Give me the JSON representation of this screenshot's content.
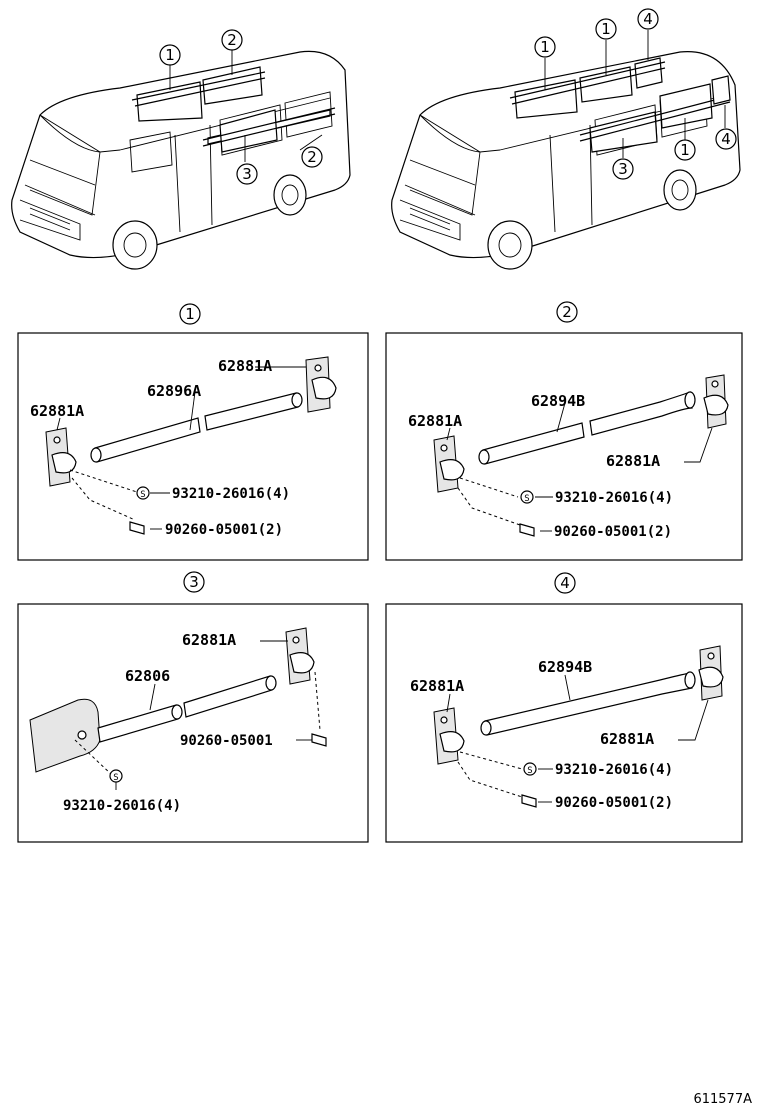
{
  "overview": {
    "left_callouts": [
      "1",
      "2",
      "3",
      "2"
    ],
    "right_callouts": [
      "1",
      "4",
      "1",
      "3",
      "4"
    ]
  },
  "sections": [
    {
      "number": "1",
      "labels": {
        "bracket_top": "62881A",
        "rail": "62896A",
        "bracket_left": "62881A",
        "screw_s": "S",
        "screw": "93210-26016(4)",
        "bolt": "90260-05001(2)"
      }
    },
    {
      "number": "2",
      "labels": {
        "bracket_left": "62881A",
        "rail": "62894B",
        "bracket_right": "62881A",
        "screw_s": "S",
        "screw": "93210-26016(4)",
        "bolt": "90260-05001(2)"
      }
    },
    {
      "number": "3",
      "labels": {
        "bracket_top": "62881A",
        "rail": "62806",
        "bolt": "90260-05001",
        "screw_s": "S",
        "screw": "93210-26016(4)"
      }
    },
    {
      "number": "4",
      "labels": {
        "bracket_left": "62881A",
        "rail": "62894B",
        "bracket_right": "62881A",
        "screw_s": "S",
        "screw": "93210-26016(4)",
        "bolt": "90260-05001(2)"
      }
    }
  ],
  "figure_code": "611577A"
}
